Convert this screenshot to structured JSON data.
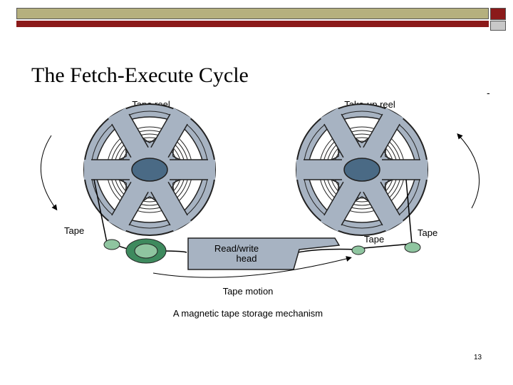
{
  "slide": {
    "title": "The Fetch-Execute Cycle",
    "dash": "-",
    "page_number": "13",
    "accent_colors": {
      "olive": "#b5b07e",
      "dark_red": "#8b1a1a",
      "reel_fill": "#a7b3c2",
      "hub": "#4a6a85",
      "guide": "#8fc5a0"
    }
  },
  "figure": {
    "labels": {
      "tape_reel": "Tape reel",
      "takeup_reel": "Take-up reel",
      "tape_left": "Tape",
      "tape_middle": "Tape",
      "tape_right": "Tape",
      "head_line1": "Read/write",
      "head_line2": "head",
      "tape_motion": "Tape motion",
      "caption": "A magnetic tape storage mechanism"
    }
  }
}
